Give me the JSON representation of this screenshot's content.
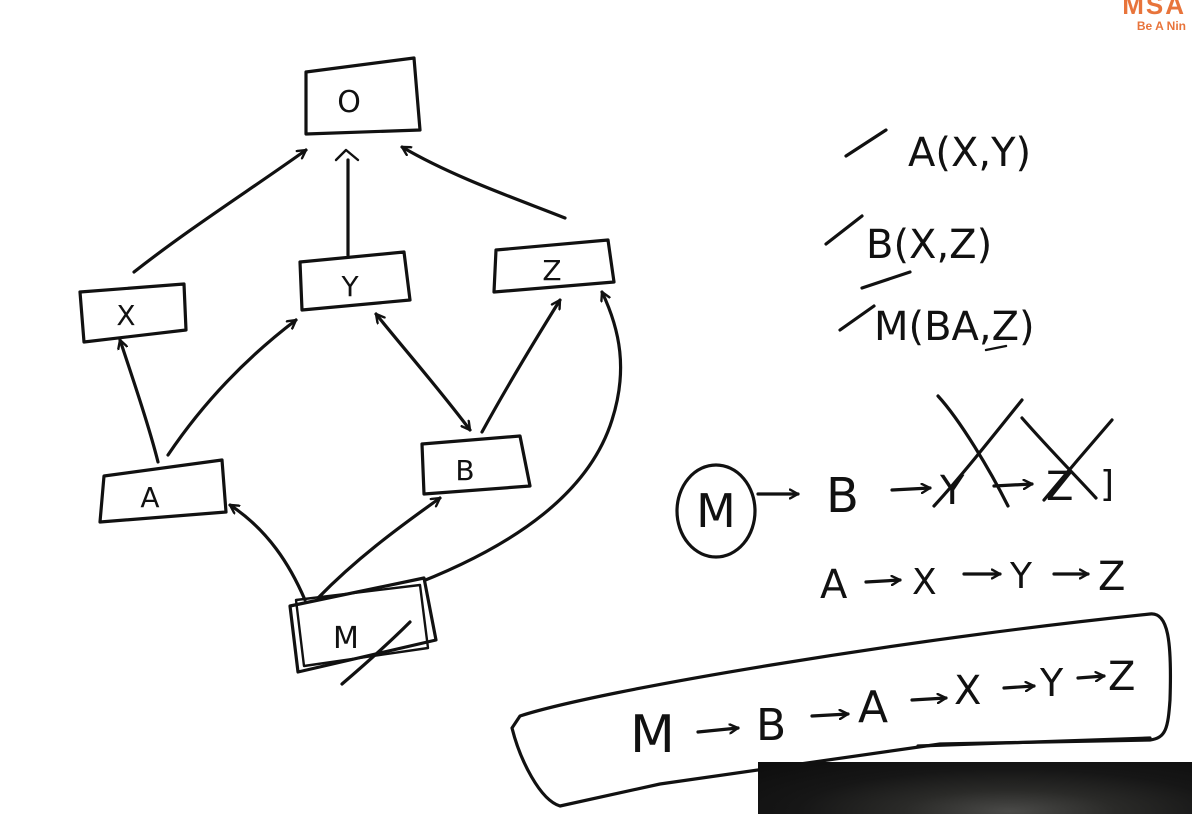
{
  "brand": {
    "mark": "MSA",
    "tagline": "Be A Nin",
    "color": "#e8743b"
  },
  "diagram": {
    "nodes": {
      "o": "O",
      "x": "X",
      "y": "Y",
      "z": "Z",
      "a": "A",
      "b": "B",
      "m": "M"
    },
    "edges": [
      [
        "X",
        "O"
      ],
      [
        "Y",
        "O"
      ],
      [
        "Z",
        "O"
      ],
      [
        "A",
        "X"
      ],
      [
        "A",
        "Y"
      ],
      [
        "B",
        "Y"
      ],
      [
        "Y",
        "B"
      ],
      [
        "B",
        "Z"
      ],
      [
        "M",
        "A"
      ],
      [
        "M",
        "B"
      ],
      [
        "M",
        "Z"
      ]
    ]
  },
  "notes": {
    "class_a": "A(X,Y)",
    "class_b": "B(X,Z)",
    "class_m": "M(BA,Z)",
    "mro_m_circle": "M",
    "mro_b": "B",
    "mro_crossed_1": "Y",
    "mro_crossed_2": "Z",
    "mro_bracket": "]",
    "line2": [
      "A",
      "X",
      "Y",
      "Z"
    ],
    "final": [
      "M",
      "B",
      "A",
      "X",
      "Y",
      "Z"
    ]
  }
}
